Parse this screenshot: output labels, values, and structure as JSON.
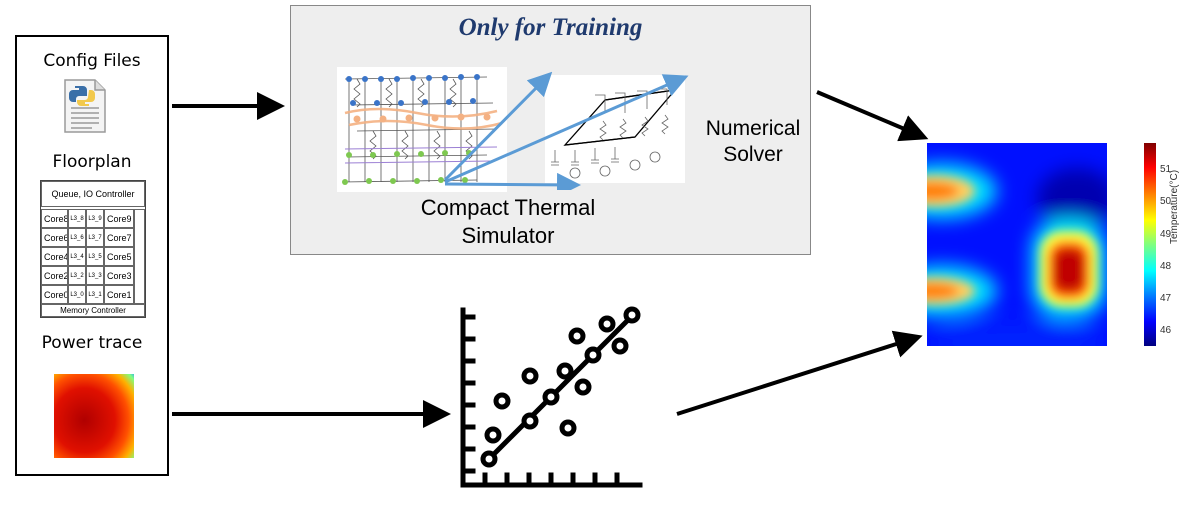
{
  "inputs": {
    "config_label": "Config Files",
    "config_icon": "python-file-icon",
    "floorplan_label": "Floorplan",
    "power_label": "Power trace"
  },
  "floorplan": {
    "top_block": "Queue, IO Controller",
    "rows": [
      [
        "Core8",
        "L3_8",
        "L3_9",
        "Core9"
      ],
      [
        "Core6",
        "L3_6",
        "L3_7",
        "Core7"
      ],
      [
        "Core4",
        "L3_4",
        "L3_5",
        "Core5"
      ],
      [
        "Core2",
        "L3_2",
        "L3_3",
        "Core3"
      ],
      [
        "Core0",
        "L3_0",
        "L3_1",
        "Core1"
      ]
    ],
    "bottom_block": "Memory Controller"
  },
  "training": {
    "title": "Only for Training",
    "simulator_line1": "Compact Thermal",
    "simulator_line2": "Simulator",
    "solver_line1": "Numerical",
    "solver_line2": "Solver"
  },
  "model_icon": "regression-plot-icon",
  "heatmap": {
    "colorbar_ticks": [
      "51",
      "50",
      "49",
      "48",
      "47",
      "46"
    ],
    "colorbar_label": "Temperature(°C)",
    "colors": {
      "low": "#0000ff",
      "high": "#8b0000"
    }
  }
}
